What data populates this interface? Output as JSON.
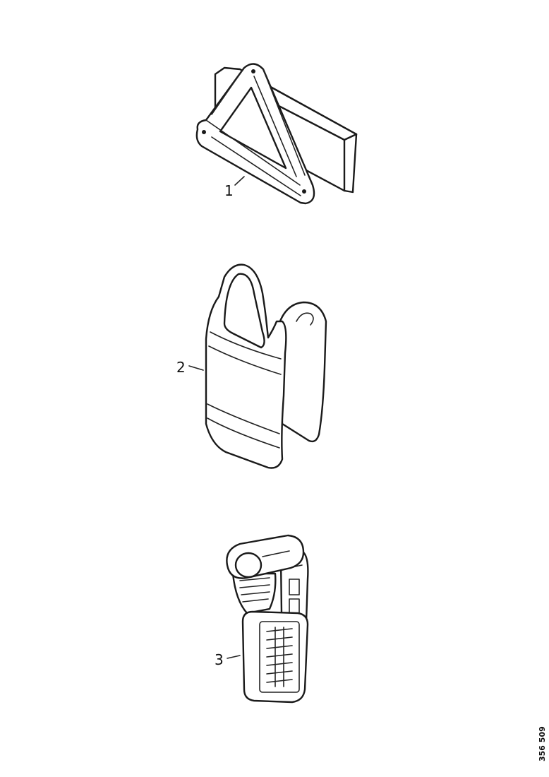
{
  "parts": [
    {
      "number": "1",
      "icon": "warning-triangle-icon"
    },
    {
      "number": "2",
      "icon": "safety-vest-icon"
    },
    {
      "number": "3",
      "icon": "first-aid-kit-icon"
    }
  ],
  "reference_code": "356 509"
}
